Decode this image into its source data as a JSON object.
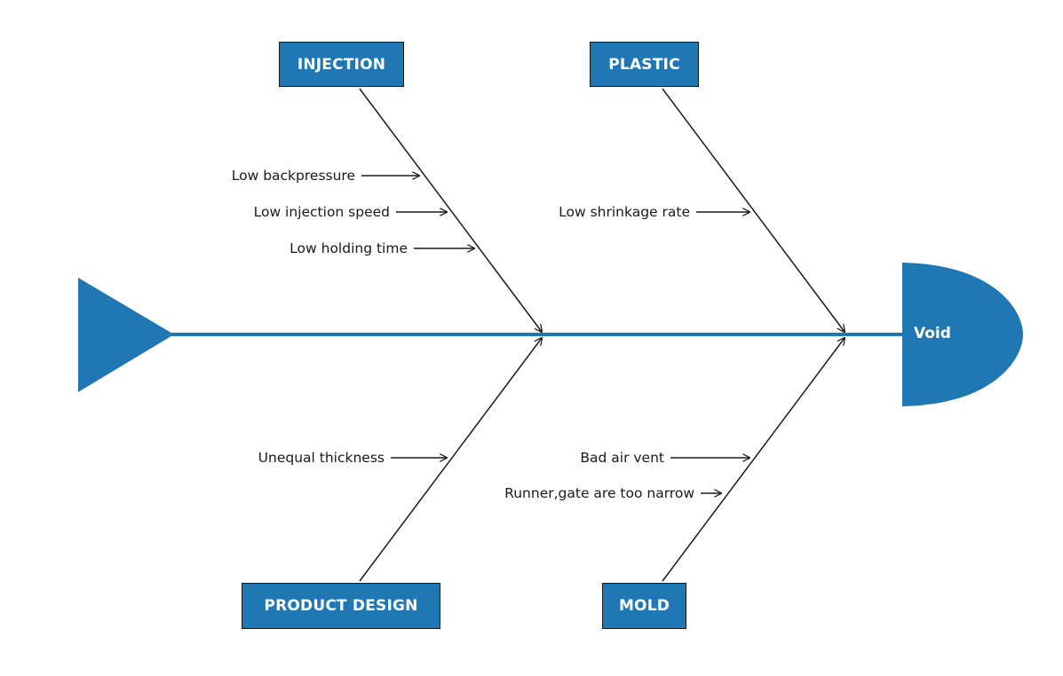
{
  "diagram": {
    "effect": "Void",
    "categories": [
      {
        "label": "INJECTION",
        "causes": [
          "Low backpressure",
          "Low injection speed",
          "Low holding time"
        ]
      },
      {
        "label": "PLASTIC",
        "causes": [
          "Low shrinkage rate"
        ]
      },
      {
        "label": "PRODUCT DESIGN",
        "causes": [
          "Unequal thickness"
        ]
      },
      {
        "label": "MOLD",
        "causes": [
          "Bad air vent",
          "Runner,gate are too narrow"
        ]
      }
    ],
    "colors": {
      "spine": "#1f77b4",
      "box": "#1f77b4",
      "line": "#1a1a1a",
      "text": "#1a1a1a"
    }
  }
}
